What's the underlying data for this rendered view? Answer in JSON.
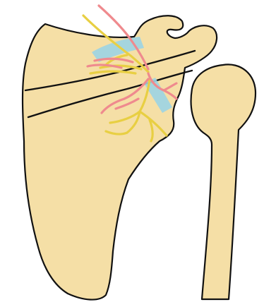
{
  "colors": {
    "background": "#ffffff",
    "bone_fill": "#f5dfa6",
    "outline": "#111111",
    "nerve": "#e8cf43",
    "artery": "#ef8a8e",
    "ligament": "#9cd4e4"
  },
  "structures": [
    {
      "name": "scapula",
      "kind": "bone"
    },
    {
      "name": "humerus",
      "kind": "bone"
    },
    {
      "name": "scapular-spine",
      "kind": "bone-landmark"
    },
    {
      "name": "suprascapular-nerve",
      "kind": "nerve"
    },
    {
      "name": "suprascapular-artery",
      "kind": "artery"
    },
    {
      "name": "superior-transverse-scapular-ligament",
      "kind": "ligament"
    },
    {
      "name": "inferior-transverse-scapular-ligament",
      "kind": "ligament"
    }
  ]
}
